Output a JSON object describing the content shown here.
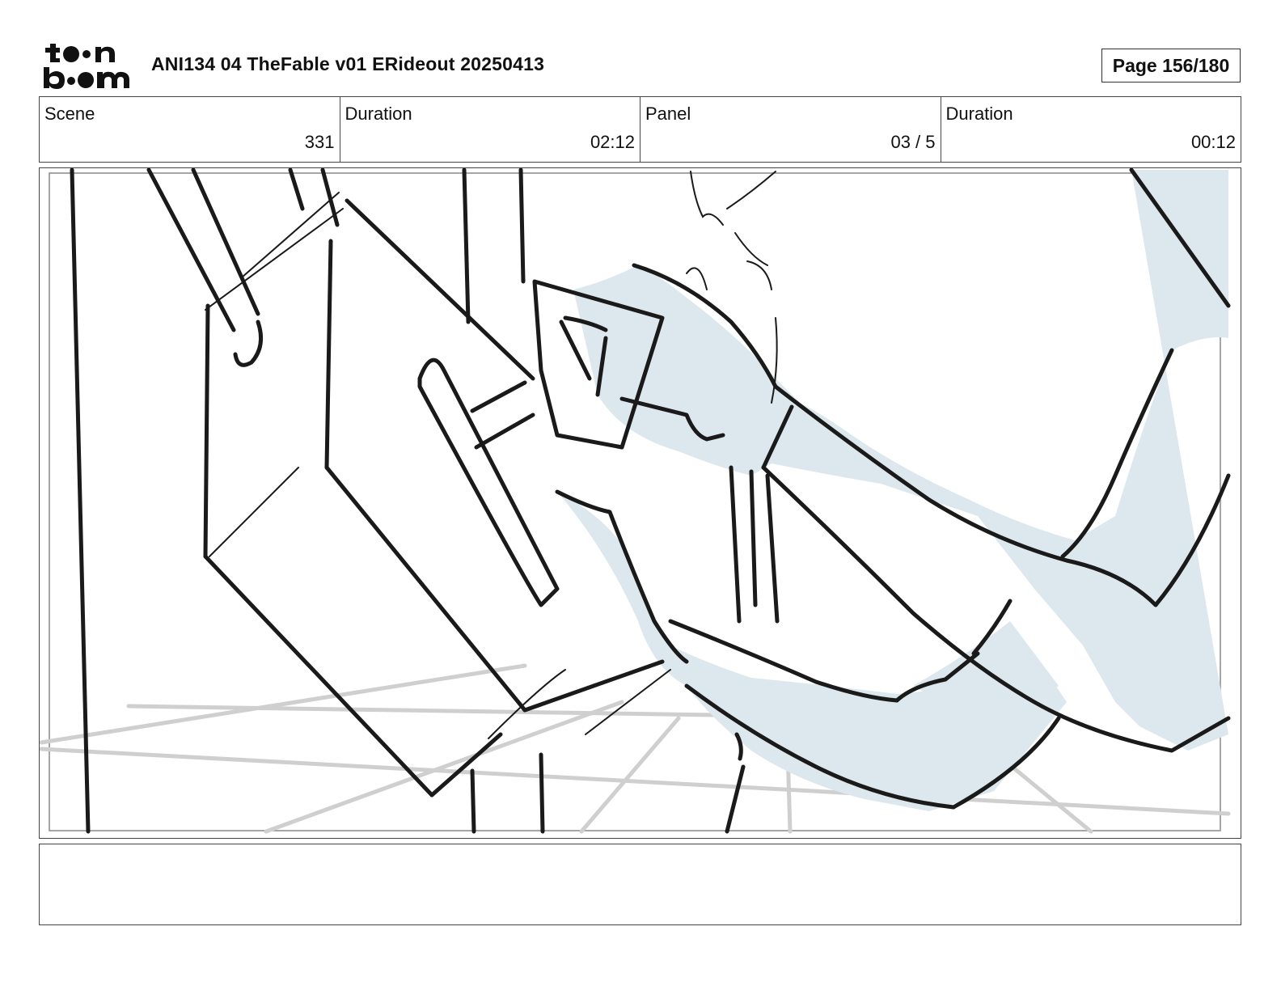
{
  "header": {
    "logo": {
      "icon": "toonboom-logo",
      "line1": "toon",
      "line2": "boom"
    },
    "title": "ANI134 04 TheFable v01 ERideout 20250413",
    "page": "Page 156/180"
  },
  "info": {
    "scene": {
      "label": "Scene",
      "value": "331"
    },
    "scene_duration": {
      "label": "Duration",
      "value": "02:12"
    },
    "panel": {
      "label": "Panel",
      "value": "03 / 5"
    },
    "panel_duration": {
      "label": "Duration",
      "value": "00:12"
    }
  },
  "panel_image": {
    "icon": "storyboard-sketch-image",
    "fill_color": "#dde7ee",
    "line_color": "#1a1a1a"
  },
  "caption": {
    "text": ""
  }
}
